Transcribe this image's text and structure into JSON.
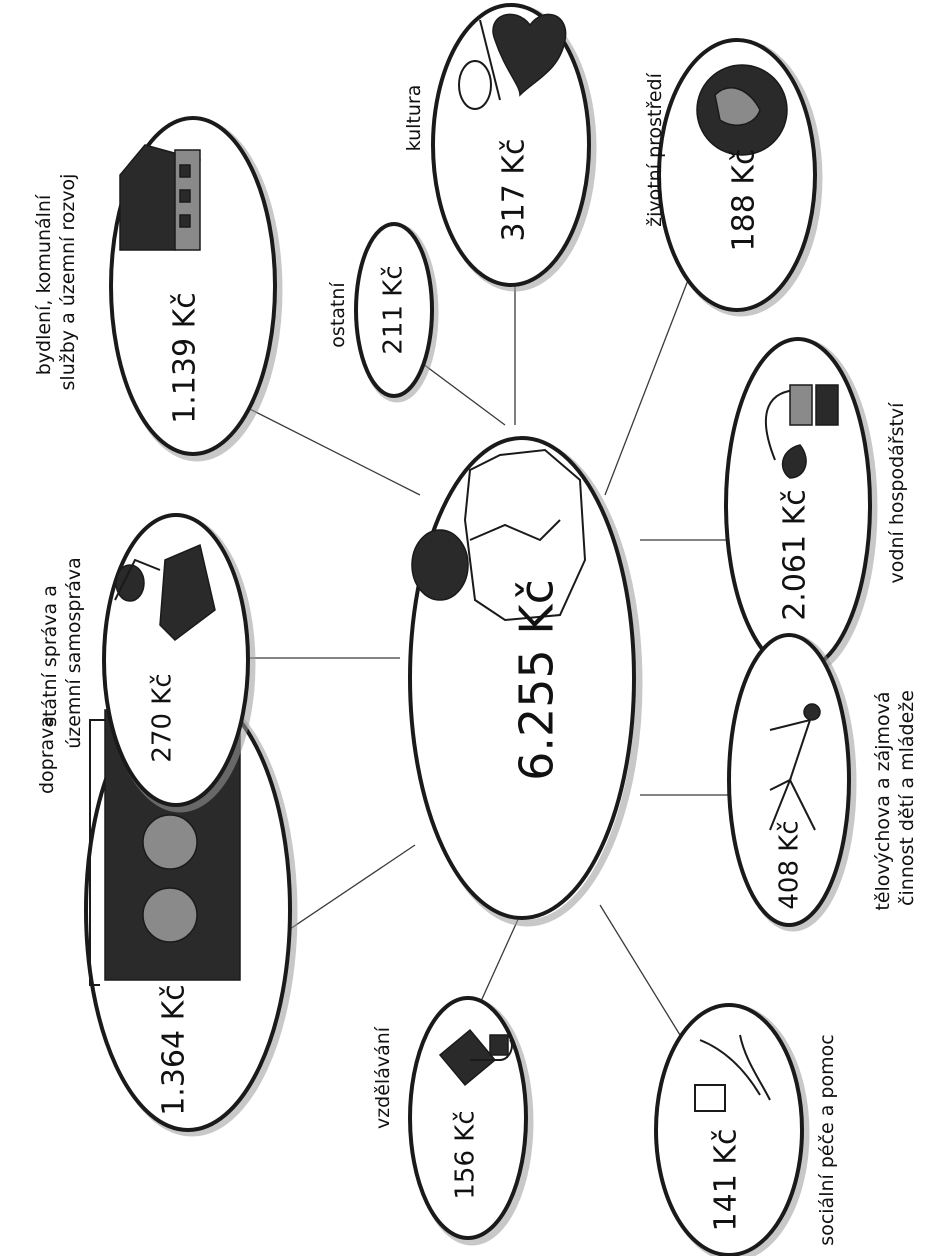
{
  "center": {
    "amount": "6.255 Kč"
  },
  "items": [
    {
      "id": "doprava",
      "amount": "1.364 Kč",
      "label_lines": [
        "doprava"
      ],
      "icon": "traffic-light-icon"
    },
    {
      "id": "statni-sprava",
      "amount": "270 Kč",
      "label_lines": [
        "státní správa a",
        "územní samospráva"
      ],
      "icon": "official-at-desk-icon"
    },
    {
      "id": "bydleni",
      "amount": "1.139 Kč",
      "label_lines": [
        "bydlení, komunální",
        "služby a územní rozvoj"
      ],
      "icon": "house-icon"
    },
    {
      "id": "ostatni",
      "amount": "211 Kč",
      "label_lines": [
        "ostatní"
      ],
      "icon": ""
    },
    {
      "id": "kultura",
      "amount": "317 Kč",
      "label_lines": [
        "kultura"
      ],
      "icon": "heart-and-instruments-icon"
    },
    {
      "id": "zivotni-prostredi",
      "amount": "188 Kč",
      "label_lines": [
        "životní prostředí"
      ],
      "icon": "globe-icon"
    },
    {
      "id": "vodni-hospodarstvi",
      "amount": "2.061 Kč",
      "label_lines": [
        "vodní hospodářství"
      ],
      "icon": "pipe-and-water-drop-icon"
    },
    {
      "id": "telovychova",
      "amount": "408 Kč",
      "label_lines": [
        "tělovýchova a zájmová",
        "činnost dětí a mládeže"
      ],
      "icon": "exercise-icon"
    },
    {
      "id": "socialni-pece",
      "amount": "141 Kč",
      "label_lines": [
        "sociální péče a pomoc"
      ],
      "icon": "caring-hands-icon"
    },
    {
      "id": "vzdelavani",
      "amount": "156 Kč",
      "label_lines": [
        "vzdělávání"
      ],
      "icon": "graduation-cap-icon"
    }
  ]
}
